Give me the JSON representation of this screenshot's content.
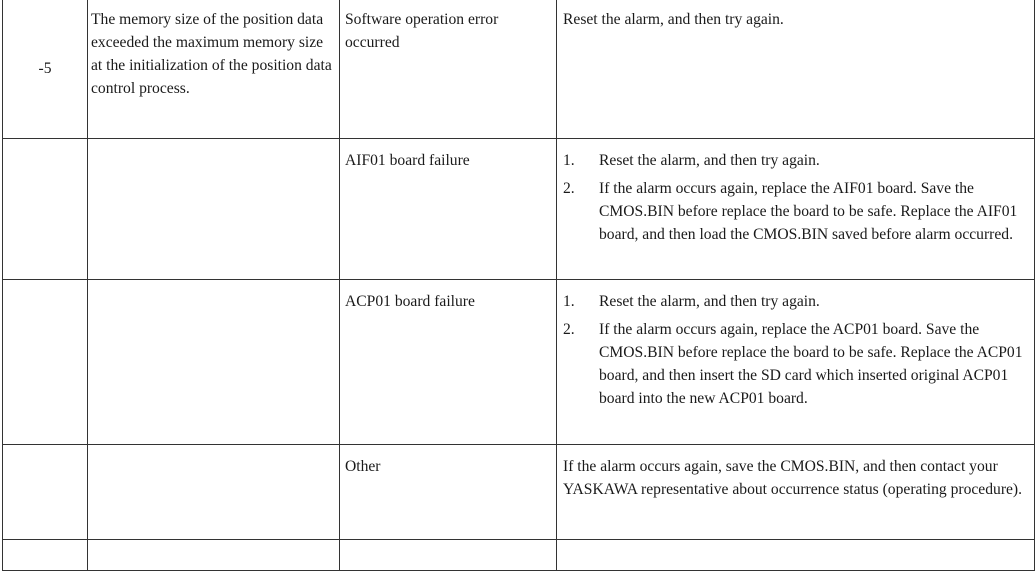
{
  "rows": [
    {
      "code": "-5",
      "cause": "The memory size of the position data exceeded the maximum memory size at the initialization of the position data control process.",
      "type": "Software operation error occurred",
      "remedy": "Reset the alarm, and then try again."
    },
    {
      "type": "AIF01 board failure",
      "steps": [
        {
          "num": "1.",
          "text": "Reset the alarm, and then try again."
        },
        {
          "num": "2.",
          "text": "If the alarm occurs again, replace the AIF01 board. Save the CMOS.BIN before replace the board to be safe. Replace the AIF01 board, and then load the CMOS.BIN saved before alarm occurred."
        }
      ]
    },
    {
      "type": "ACP01 board failure",
      "steps": [
        {
          "num": "1.",
          "text": "Reset the alarm, and then try again."
        },
        {
          "num": "2.",
          "text": "If the alarm occurs again, replace the ACP01 board. Save the CMOS.BIN before replace the board to be safe. Replace the ACP01 board, and then insert the SD card which inserted original ACP01 board into the new ACP01 board."
        }
      ]
    },
    {
      "type": "Other",
      "remedy": "If the alarm occurs again, save the CMOS.BIN, and then contact your YASKAWA representative about occurrence status (operating procedure)."
    }
  ]
}
